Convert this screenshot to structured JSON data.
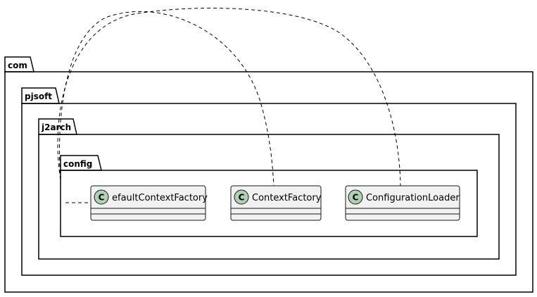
{
  "packages": [
    {
      "name": "com"
    },
    {
      "name": "pjsoft"
    },
    {
      "name": "j2arch"
    },
    {
      "name": "config"
    }
  ],
  "classes": [
    {
      "name": "efaultContextFactory",
      "stereotype": "C"
    },
    {
      "name": "ContextFactory",
      "stereotype": "C"
    },
    {
      "name": "ConfigurationLoader",
      "stereotype": "C"
    }
  ],
  "colors": {
    "class_fill": "#F1F1F1",
    "class_border": "#181818",
    "stereotype_circle": "#ADD1B2",
    "package_fill": "#FFFFFF",
    "line": "#000000"
  }
}
